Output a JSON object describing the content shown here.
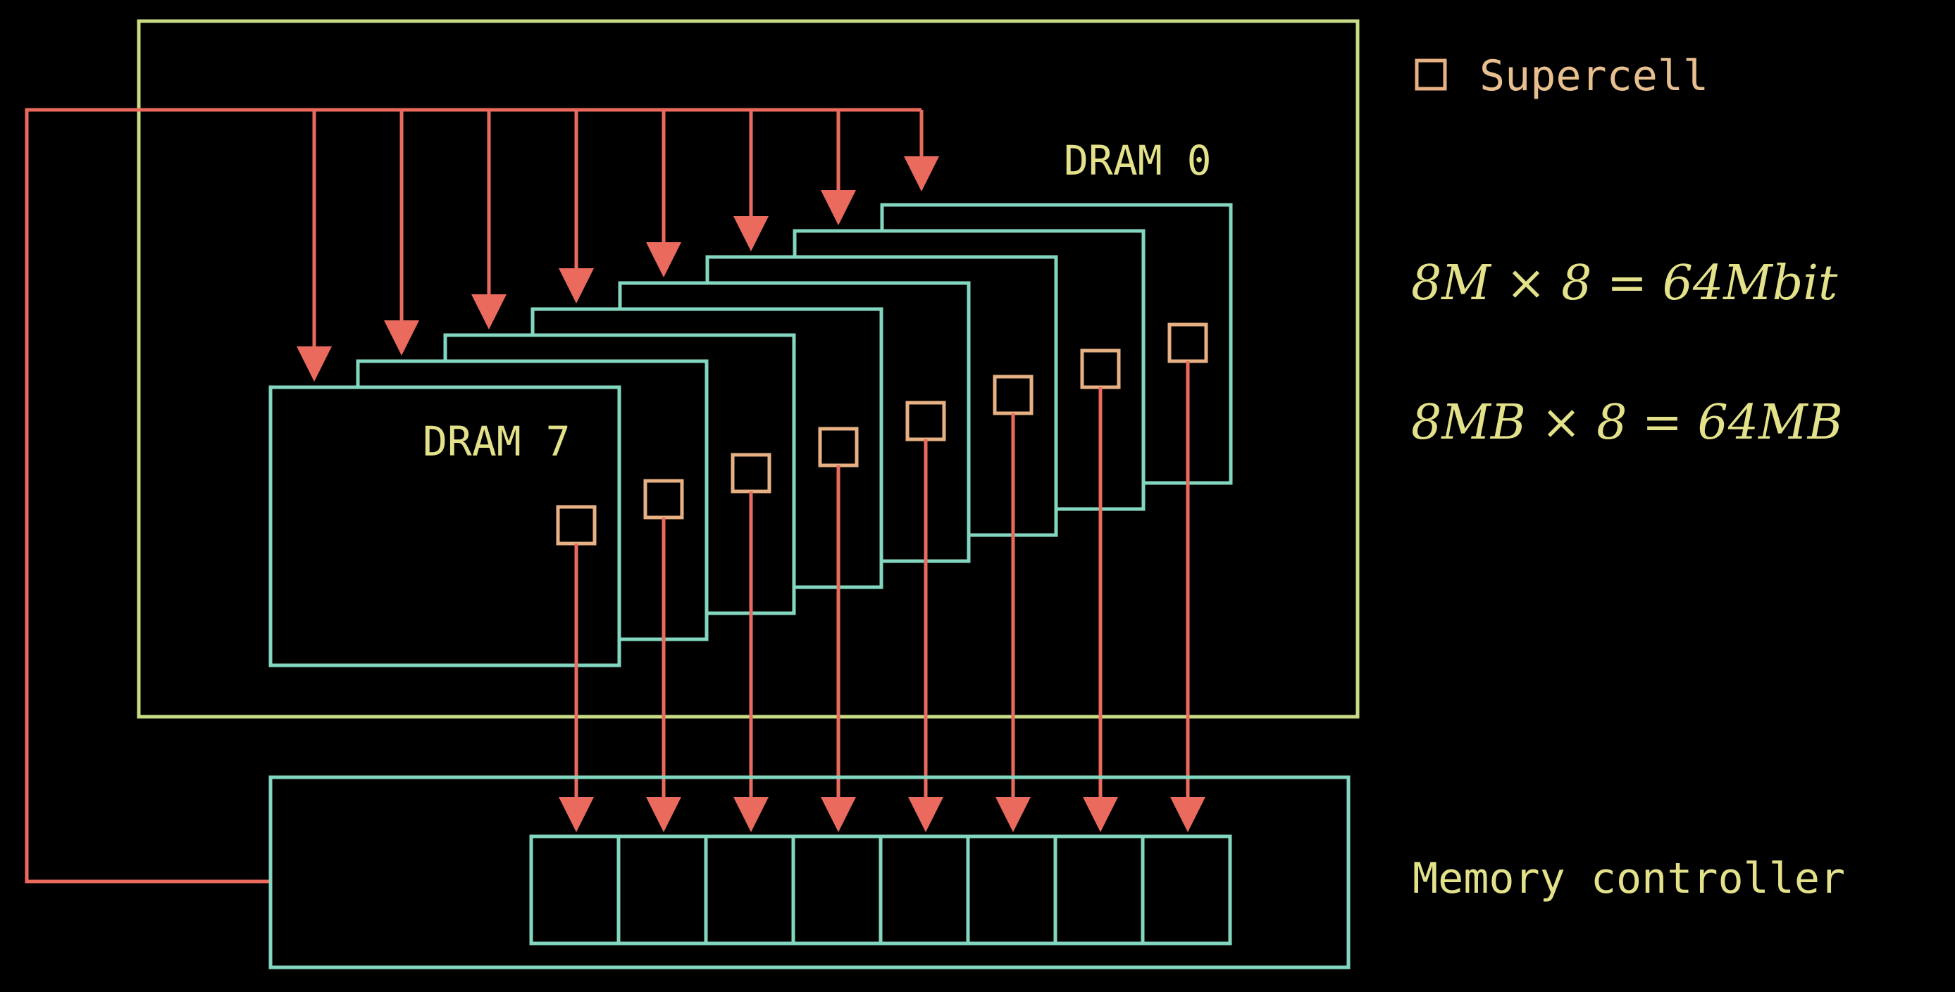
{
  "colors": {
    "background": "#000000",
    "module_border": "#c8db86",
    "chip_border": "#83d6c0",
    "supercell_border": "#e7b184",
    "signal_line": "#ea6a5e",
    "label_yellow": "#e3e28a",
    "legend_text": "#e8c08f"
  },
  "legend": {
    "icon": "square-outline-icon",
    "label": "Supercell"
  },
  "chips": {
    "first_label": "DRAM 0",
    "last_label": "DRAM 7",
    "count": 8
  },
  "formulas": {
    "bits": "8M × 8 = 64Mbit",
    "bytes": "8MB × 8 = 64MB"
  },
  "controller": {
    "label": "Memory controller",
    "buffer_cells": 8
  }
}
